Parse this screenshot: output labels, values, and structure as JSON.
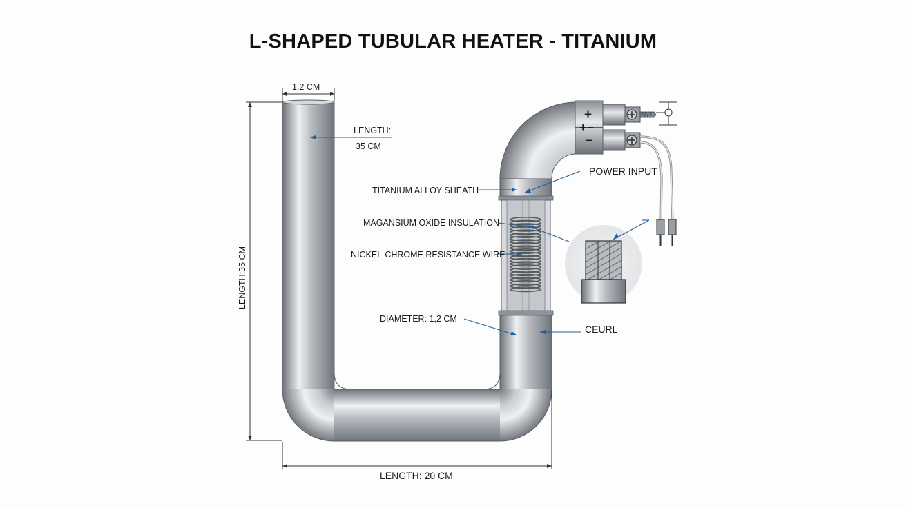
{
  "title": "L-SHAPED TUBULAR HEATER - TITANIUM",
  "dimensions": {
    "tube_width": "1,2 CM",
    "inner_length_line1": "LENGTH:",
    "inner_length_line2": "35 CM",
    "vertical_length": "LENGTH:35 CM",
    "horizontal_length": "LENGTH: 20 CM"
  },
  "callouts": {
    "sheath": "TITANIUM ALLOY SHEATH",
    "insulation": "MAGANSIUM OXIDE INSULATION",
    "wire": "NICKEL-CHROME RESISTANCE WIRE",
    "diameter": "DIAMETER: 1,2 CM",
    "power_input": "POWER INPUT",
    "ceurl": "CEURL"
  },
  "terminal_symbols": {
    "plus": "+",
    "plus_minus": "+−",
    "minus": "−"
  },
  "colors": {
    "leader_lines": "#1f5e9c",
    "terminal_symbols": "#1f6fb8",
    "tube_dark": "#6f747a",
    "tube_light": "#eef0f2"
  }
}
